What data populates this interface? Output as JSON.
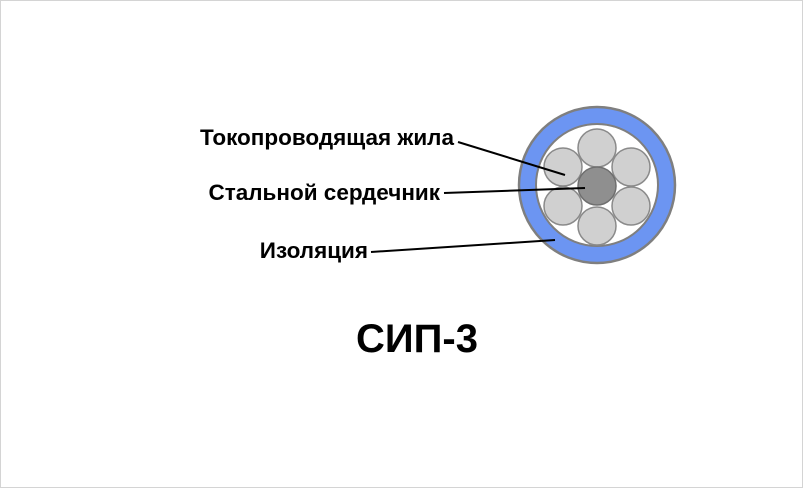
{
  "diagram": {
    "title": "СИП-3",
    "labels": {
      "conductor": "Токопроводящая жила",
      "core": "Стальной сердечник",
      "insulation": "Изоляция"
    },
    "colors": {
      "insulation": "#6C95F2",
      "insulation_outline": "#7f7f7f",
      "inner_fill": "#ffffff",
      "wire": "#d0d0d0",
      "wire_outline": "#8a8a8a",
      "core": "#8f8f8f",
      "leader_line": "#000000"
    }
  }
}
